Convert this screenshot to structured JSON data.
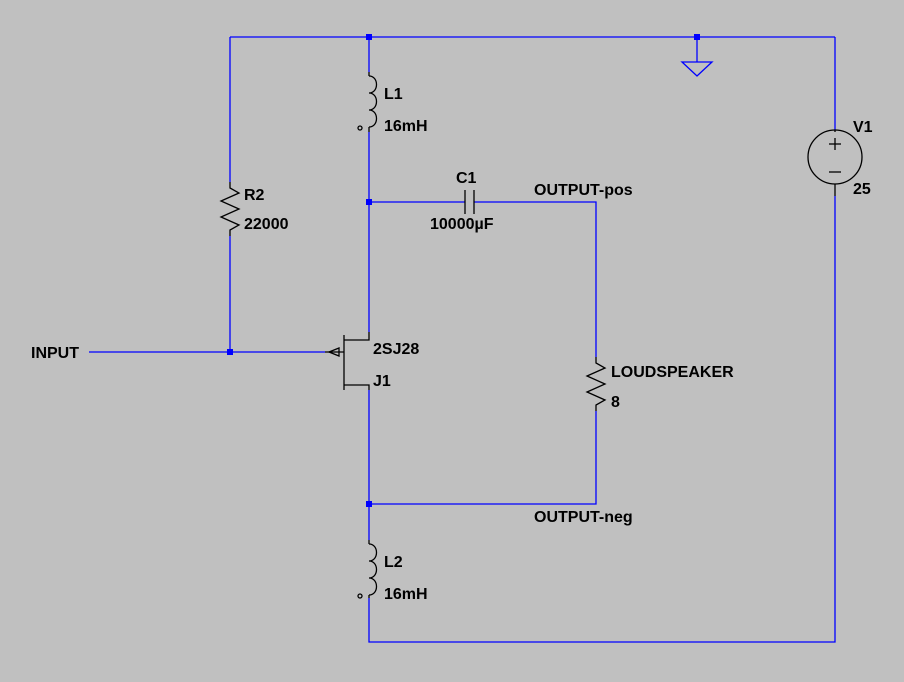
{
  "colors": {
    "background": "#c0c0c0",
    "wire": "#0000ff",
    "component": "#000000"
  },
  "components": {
    "l1": {
      "name": "L1",
      "value": "16mH"
    },
    "l2": {
      "name": "L2",
      "value": "16mH"
    },
    "r2": {
      "name": "R2",
      "value": "22000"
    },
    "c1": {
      "name": "C1",
      "value": "10000µF"
    },
    "j1": {
      "name": "J1",
      "value": "2SJ28"
    },
    "v1": {
      "name": "V1",
      "value": "25"
    },
    "loudspeaker": {
      "name": "LOUDSPEAKER",
      "value": "8"
    }
  },
  "nets": {
    "input": "INPUT",
    "output_pos": "OUTPUT-pos",
    "output_neg": "OUTPUT-neg"
  }
}
